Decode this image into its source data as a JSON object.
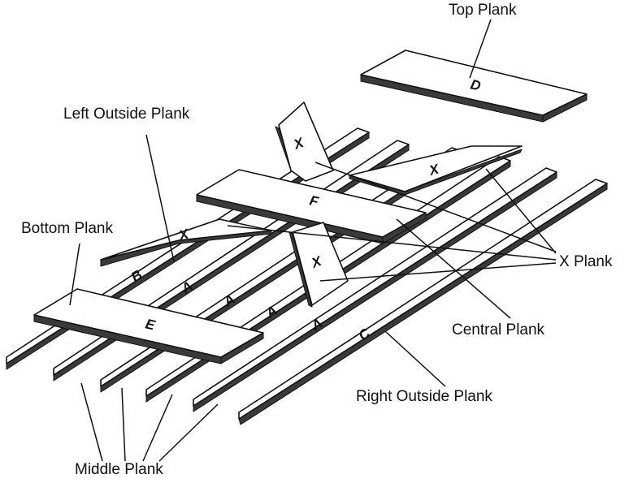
{
  "labels": {
    "top_plank": "Top Plank",
    "left_outside_plank": "Left Outside Plank",
    "bottom_plank": "Bottom Plank",
    "x_plank": "X Plank",
    "central_plank": "Central Plank",
    "right_outside_plank": "Right Outside Plank",
    "middle_plank": "Middle Plank"
  },
  "plank_letters": {
    "top": "D",
    "central": "F",
    "bottom": "E",
    "right_outside": "C",
    "left_outside": "B",
    "middle_1": "A",
    "middle_2": "A",
    "middle_3": "A",
    "middle_4": "A",
    "x_top_left": "X",
    "x_top_right": "X",
    "x_left": "X",
    "x_center": "X"
  },
  "colors": {
    "line": "#111111",
    "edge": "#3a3a3a",
    "background": "#ffffff"
  }
}
